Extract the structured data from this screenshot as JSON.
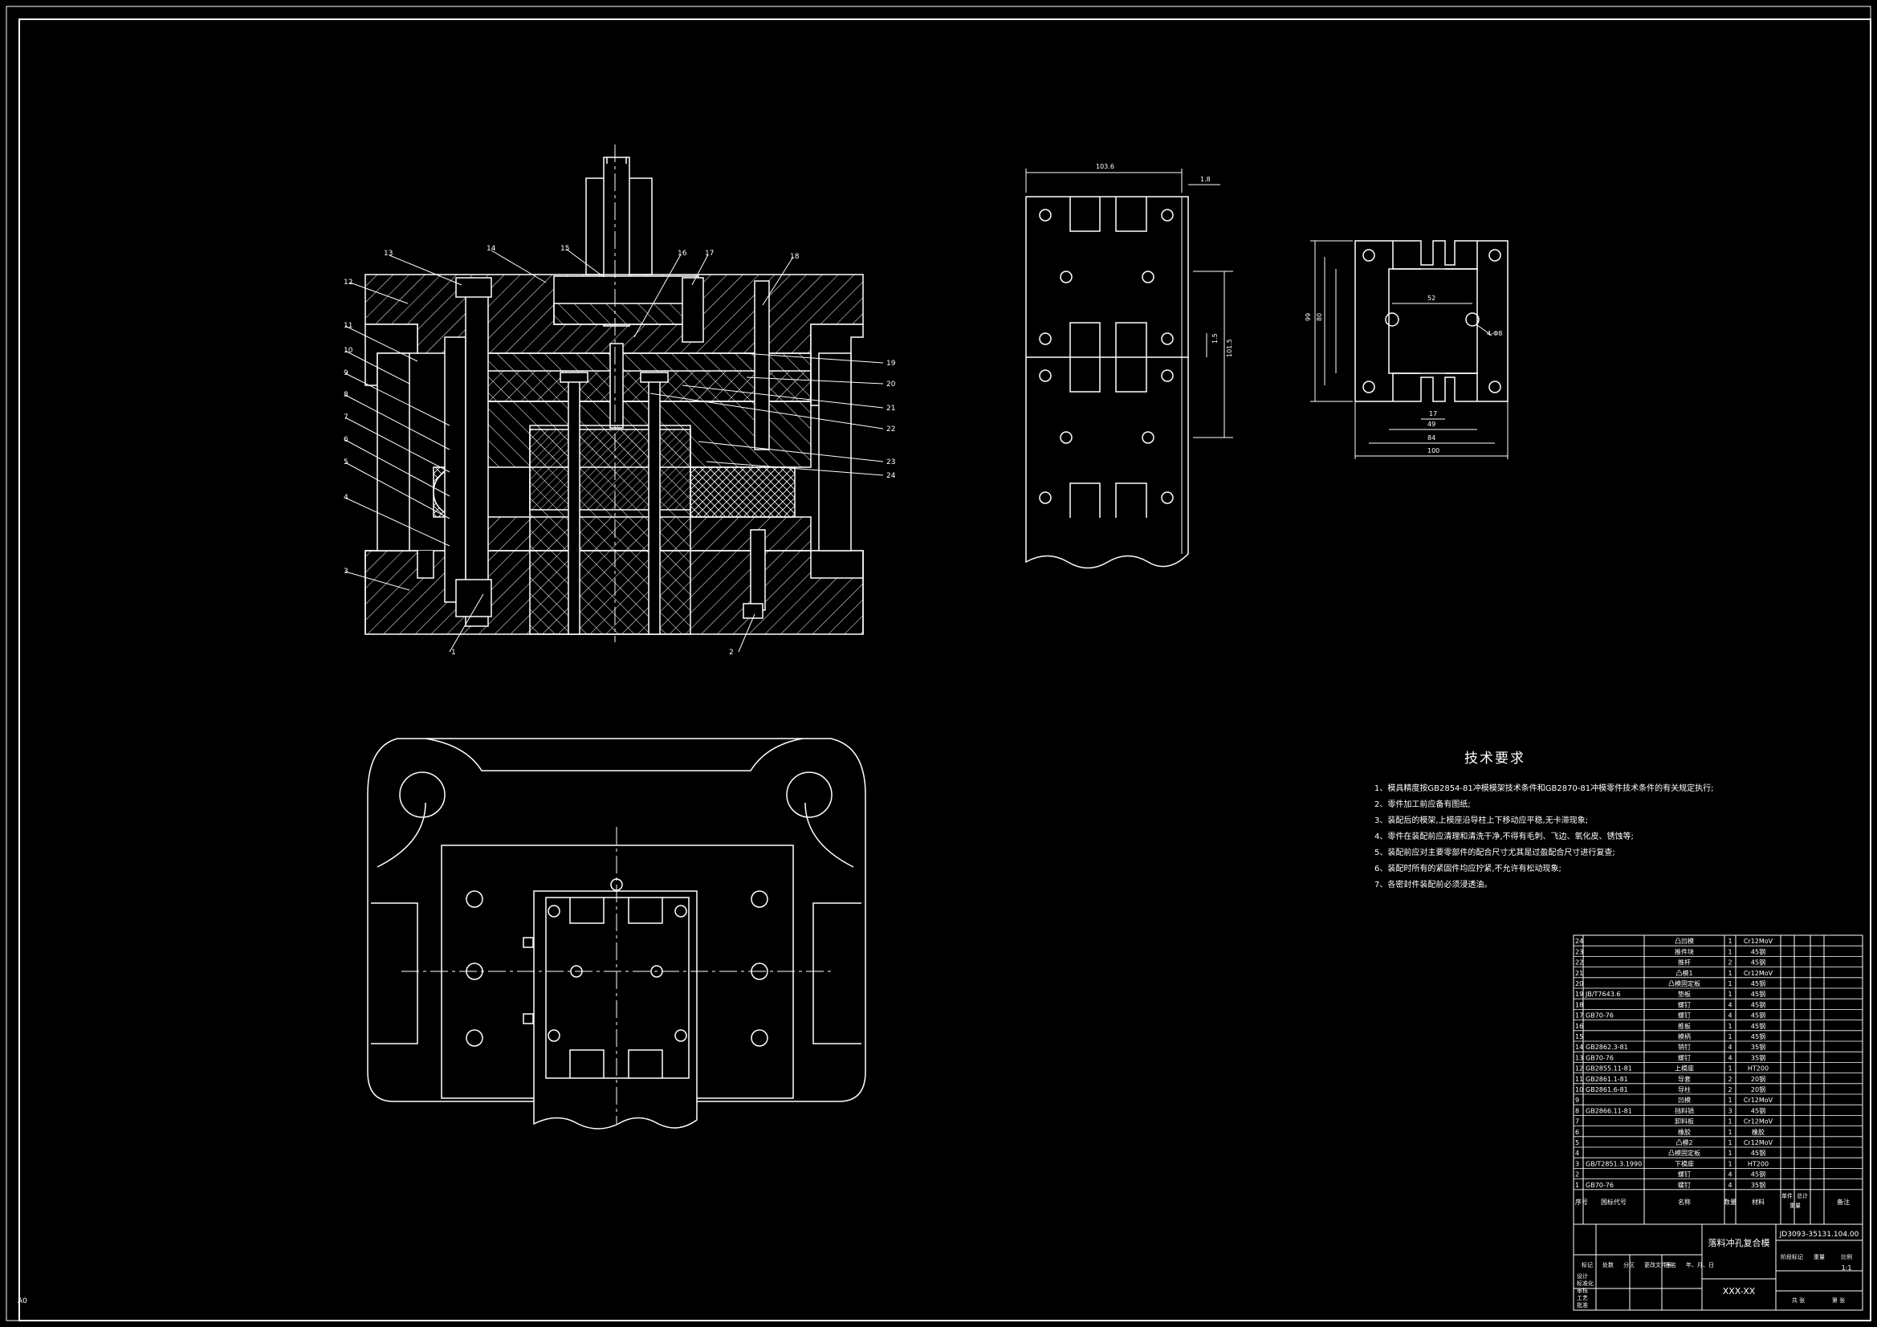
{
  "sheet": {
    "size_label": "A0"
  },
  "section_view": {
    "callouts": [
      "1",
      "2",
      "3",
      "4",
      "5",
      "6",
      "7",
      "8",
      "9",
      "10",
      "11",
      "12",
      "13",
      "14",
      "15",
      "16",
      "17",
      "18",
      "19",
      "20",
      "21",
      "22",
      "23",
      "24"
    ]
  },
  "strip_layout": {
    "dims": [
      "103.6",
      "1.8",
      "1.5",
      "101.5"
    ]
  },
  "part_drawing": {
    "dims": [
      "99",
      "80",
      "52",
      "4-Φ8",
      "17",
      "49",
      "84",
      "100"
    ]
  },
  "tech_requirements": {
    "title": "技术要求",
    "items": [
      "1、模具精度按GB2854-81冲模模架技术条件和GB2870-81冲模零件技术条件的有关规定执行;",
      "2、零件加工前应备有图纸;",
      "3、装配后的模架,上模座沿导柱上下移动应平稳,无卡滞现象;",
      "4、零件在装配前应清理和清洗干净,不得有毛刺、飞边、氧化皮、锈蚀等;",
      "5、装配前应对主要零部件的配合尺寸尤其是过盈配合尺寸进行复查;",
      "6、装配时所有的紧固件均应拧紧,不允许有松动现象;",
      "7、各密封件装配前必须浸透油。"
    ]
  },
  "bom": {
    "rows": [
      {
        "no": "24",
        "code": "",
        "name": "凸凹模",
        "qty": "1",
        "mat": "Cr12MoV"
      },
      {
        "no": "23",
        "code": "",
        "name": "推件块",
        "qty": "1",
        "mat": "45钢"
      },
      {
        "no": "22",
        "code": "",
        "name": "推杆",
        "qty": "2",
        "mat": "45钢"
      },
      {
        "no": "21",
        "code": "",
        "name": "凸模1",
        "qty": "1",
        "mat": "Cr12MoV"
      },
      {
        "no": "20",
        "code": "",
        "name": "凸模固定板",
        "qty": "1",
        "mat": "45钢"
      },
      {
        "no": "19",
        "code": "JB/T7643.6",
        "name": "垫板",
        "qty": "1",
        "mat": "45钢"
      },
      {
        "no": "18",
        "code": "",
        "name": "螺钉",
        "qty": "4",
        "mat": "45钢"
      },
      {
        "no": "17",
        "code": "GB70-76",
        "name": "螺钉",
        "qty": "4",
        "mat": "45钢"
      },
      {
        "no": "16",
        "code": "",
        "name": "推板",
        "qty": "1",
        "mat": "45钢"
      },
      {
        "no": "15",
        "code": "",
        "name": "模柄",
        "qty": "1",
        "mat": "45钢"
      },
      {
        "no": "14",
        "code": "GB2862.3-81",
        "name": "销钉",
        "qty": "4",
        "mat": "35钢"
      },
      {
        "no": "13",
        "code": "GB70-76",
        "name": "螺钉",
        "qty": "4",
        "mat": "35钢"
      },
      {
        "no": "12",
        "code": "GB2855.11-81",
        "name": "上模座",
        "qty": "1",
        "mat": "HT200"
      },
      {
        "no": "11",
        "code": "GB2861.1-81",
        "name": "导套",
        "qty": "2",
        "mat": "20钢"
      },
      {
        "no": "10",
        "code": "GB2861.6-81",
        "name": "导柱",
        "qty": "2",
        "mat": "20钢"
      },
      {
        "no": "9",
        "code": "",
        "name": "凹模",
        "qty": "1",
        "mat": "Cr12MoV"
      },
      {
        "no": "8",
        "code": "GB2866.11-81",
        "name": "挡料销",
        "qty": "3",
        "mat": "45钢"
      },
      {
        "no": "7",
        "code": "",
        "name": "卸料板",
        "qty": "1",
        "mat": "Cr12MoV"
      },
      {
        "no": "6",
        "code": "",
        "name": "橡胶",
        "qty": "1",
        "mat": "橡胶"
      },
      {
        "no": "5",
        "code": "",
        "name": "凸模2",
        "qty": "1",
        "mat": "Cr12MoV"
      },
      {
        "no": "4",
        "code": "",
        "name": "凸模固定板",
        "qty": "1",
        "mat": "45钢"
      },
      {
        "no": "3",
        "code": "GB/T2851.3.1990",
        "name": "下模座",
        "qty": "1",
        "mat": "HT200"
      },
      {
        "no": "2",
        "code": "",
        "name": "螺钉",
        "qty": "4",
        "mat": "45钢"
      },
      {
        "no": "1",
        "code": "GB70-76",
        "name": "螺钉",
        "qty": "4",
        "mat": "35钢"
      }
    ],
    "header": {
      "no": "序号",
      "code": "国标代号",
      "name": "名称",
      "qty": "数量",
      "mat": "材料",
      "unit_weight": "单件",
      "total_weight": "总计",
      "weight": "重量",
      "remark": "备注"
    }
  },
  "title_block": {
    "drawing_no": "JD3093-35131.104.00",
    "title": "落料冲孔复合模",
    "scale": "1:1",
    "company": "XXX-XX",
    "rev_labels": [
      "标记",
      "处数",
      "分区",
      "更改文件号",
      "签名",
      "年、月、日"
    ],
    "role_labels": [
      "设计",
      "标准化",
      "审核",
      "工艺",
      "批准"
    ],
    "stage_labels": [
      "阶段标记",
      "重量",
      "比例"
    ],
    "sheet_labels": [
      "共 张",
      "第 张"
    ]
  }
}
